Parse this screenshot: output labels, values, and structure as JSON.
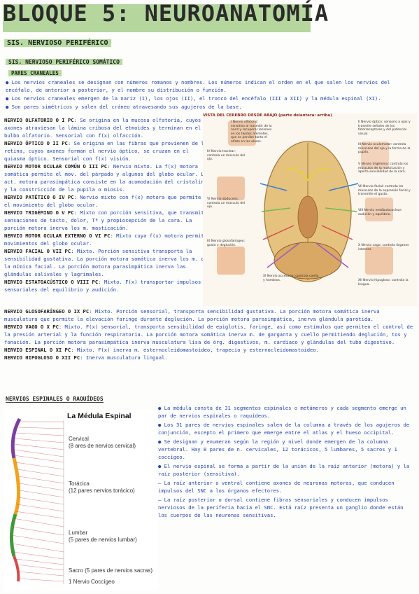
{
  "title": "BLOQUE 5: NEUROANATOMÍA",
  "section_heading": "SIS. NERVIOSO PERIFÉRICO",
  "subsection_heading": "SIS. NERVIOSO PERIFÉRICO SOMÁTICO",
  "cranial_heading": "PARES CRANEALES",
  "cranial_bullets": [
    "Los nervios craneales se designan con números romanos y nombres. Los números indican el orden en el que salen los nervios del encéfalo, de anterior a posterior, y el nombre su distribución o función.",
    "Los nervios craneales emergen de la nariz (I), los ojos (II), el tronco del encéfalo (III a XII) y la médula espinal (XI).",
    "Son pares simétricos y salen del cráneo atravesando sus agujeros de la base."
  ],
  "cranial_nerves": [
    {
      "name": "NERVIO OLFATORIO O I PC",
      "desc": "Se origina en la mucosa olfatoria, cuyos axones atraviesan la lámina cribosa del etmoides y terminan en el bulbo olfatorio. Sensorial con f(x) olfacción."
    },
    {
      "name": "NERVIO ÓPTICO O II PC",
      "desc": "Se origina en las fibras que provienen de la retina, cuyos axones forman el nervio óptico, se cruzan en el quiasma óptico. Sensorial con f(x) visión."
    },
    {
      "name": "NERVIO MOTOR OCULAR COMÚN O III PC",
      "desc": "Nervio mixto. La f(x) motora somática permite el mov. del párpado y algunos del globo ocular. La act. motora parasimpática consiste en la acomodación del cristalino y la constricción de la pupila o miosis."
    },
    {
      "name": "NERVIO PATÉTICO O IV PC",
      "desc": "Nervio mixto con f(x) motora que permite el movimiento del globo ocular."
    },
    {
      "name": "NERVIO TRIGÉMINO O V PC",
      "desc": "Mixto con porción sensitiva, que transmite sensaciones de tacto, dolor, Tª y propiocepción de la cara. La porción motora inerva los m. masticación."
    },
    {
      "name": "NERVIO MOTOR OCULAR EXTERNO O VI PC",
      "desc": "Mixto cuya f(x) motora permite movimientos del globo ocular."
    },
    {
      "name": "NERVIO FACIAL O VII PC",
      "desc": "Mixto. Porción sensitiva transporta la sensibilidad gustativa. La porción motora somática inerva los m. de la mímica facial. La porción motora parasimpática inerva las glándulas salivales y lagrimales."
    },
    {
      "name": "NERVIO ESTATOACÚSTICO O VIII PC",
      "desc": "Mixto. F(x) transportar impulsos sensoriales del equilibrio y audición."
    }
  ],
  "cranial_nerves_wide": [
    {
      "name": "NERVIO GLOSOFARÍNGEO O IX PC",
      "desc": "Mixto. Porción sensorial, transporta sensibilidad gustativa. La porción motora somática inerva musculatura que permite la elevación faringe durante deglución. La porción motora parasimpática, inerva glándula parótida."
    },
    {
      "name": "NERVIO VAGO O X PC",
      "desc": "Mixto. F(x) sensorial, transporta sensibilidad de epiglotis, faringe, así como estímulos que permiten el control de la presión arterial y la función respiratoria. La porción motora somática inerva m. de garganta y cuello permitiendo deglución, tos y fonación. La porción motora parasimpática inerva musculatura lisa de órg. digestivos, m. cardiaco y glándulas del tubo digestivo."
    },
    {
      "name": "NERVIO ESPINAL O XI PC",
      "desc": "Mixto. F(x) inerva m. esternocleidomastoideo, trapecio y esternocleidomastoideo."
    },
    {
      "name": "NERVIO HIPOGLOSO O XII PC",
      "desc": "Inerva musculatura lingual."
    }
  ],
  "brain": {
    "title": "VISTA DEL CEREBRO DESDE ABAJO (parte delantera: arriba)",
    "labels": [
      "I Nervio olfatorio: sensitivo al trasmitir de la nariz y recuperar lesiones en los tejidos aferentes, que se percibe tanto el olfato en los olores.",
      "II Nervio óptico: sensorio a ojos y trasmite señales de los fotorreceptores y del potencial visual.",
      "III Nervio oculomotor: controla músculos del ojo y la forma de la pupila.",
      "IV Nervio troclear: controla un músculo del ojo.",
      "V Nervio trigémino: controla los músculos de la masticación y aporta sensibilidad de la cara.",
      "VI Nervio abducens: controla un músculo del ojo.",
      "VII Nervio facial: controla los músculos de la expresión facial y transmite el gusto.",
      "VIII Nervio vestibulococlear: audición y equilibrio.",
      "IX Nervio glosofaríngeo: gusto y deglución.",
      "X Nervio vago: controla órganos internos.",
      "XI Nervio accesorio: controla cuello y hombros.",
      "XII Nervio hipogloso: controla la lengua."
    ]
  },
  "spinal": {
    "heading": "NERVIOS ESPINALES O RAQUÍDEOS",
    "figure_title": "La Médula Espinal",
    "regions": [
      {
        "name": "Cervical",
        "detail": "(8 ares de nervios cervical)"
      },
      {
        "name": "Torácica",
        "detail": "(12 pares nervios torácico)"
      },
      {
        "name": "Lumbar",
        "detail": "(5 pares de nervios lumbar)"
      },
      {
        "name": "Sacro (5 pares de nervios sacras)",
        "detail": ""
      },
      {
        "name": "1 Nervio Coccígeo",
        "detail": ""
      }
    ],
    "bullets": [
      "La médula consta de 31 segmentos espinales o metámeros y cada segmento emerge un par de nervios espinales o raquídeos.",
      "Los 31 pares de nervios espinales salen de la columna a través de los agujeros de conjunción, excepto el primero que emerge entre el atlas y el hueso occipital.",
      "Se designan y enumeran según la región y nivel donde emergen de la columna vertebral. Hay 8 pares de n. cervicales, 12 torácicos, 5 lumbares, 5 sacros y 1 coccígeo.",
      "El nervio espinal se forma a partir de la unión de la raíz anterior (motora) y la raíz posterior (sensitiva).",
      "– La raíz anterior o ventral contiene axones de neuronas motoras, que conducen impulsos del SNC a los órganos efectores.",
      "– La raíz posterior o dorsal contiene fibras sensoriales y conducen impulsos nerviosos de la periferia hacia el SNC. Está raíz presenta un ganglio donde están los cuerpos de las neuronas sensitivas."
    ]
  },
  "colors": {
    "ink_blue": "#2446b5",
    "highlight_green": "#a8d08d",
    "cervical": "#7b3fa0",
    "thoracic": "#f2a21b",
    "lumbar": "#3f9a3a",
    "nerve_red": "#d64a4a"
  }
}
